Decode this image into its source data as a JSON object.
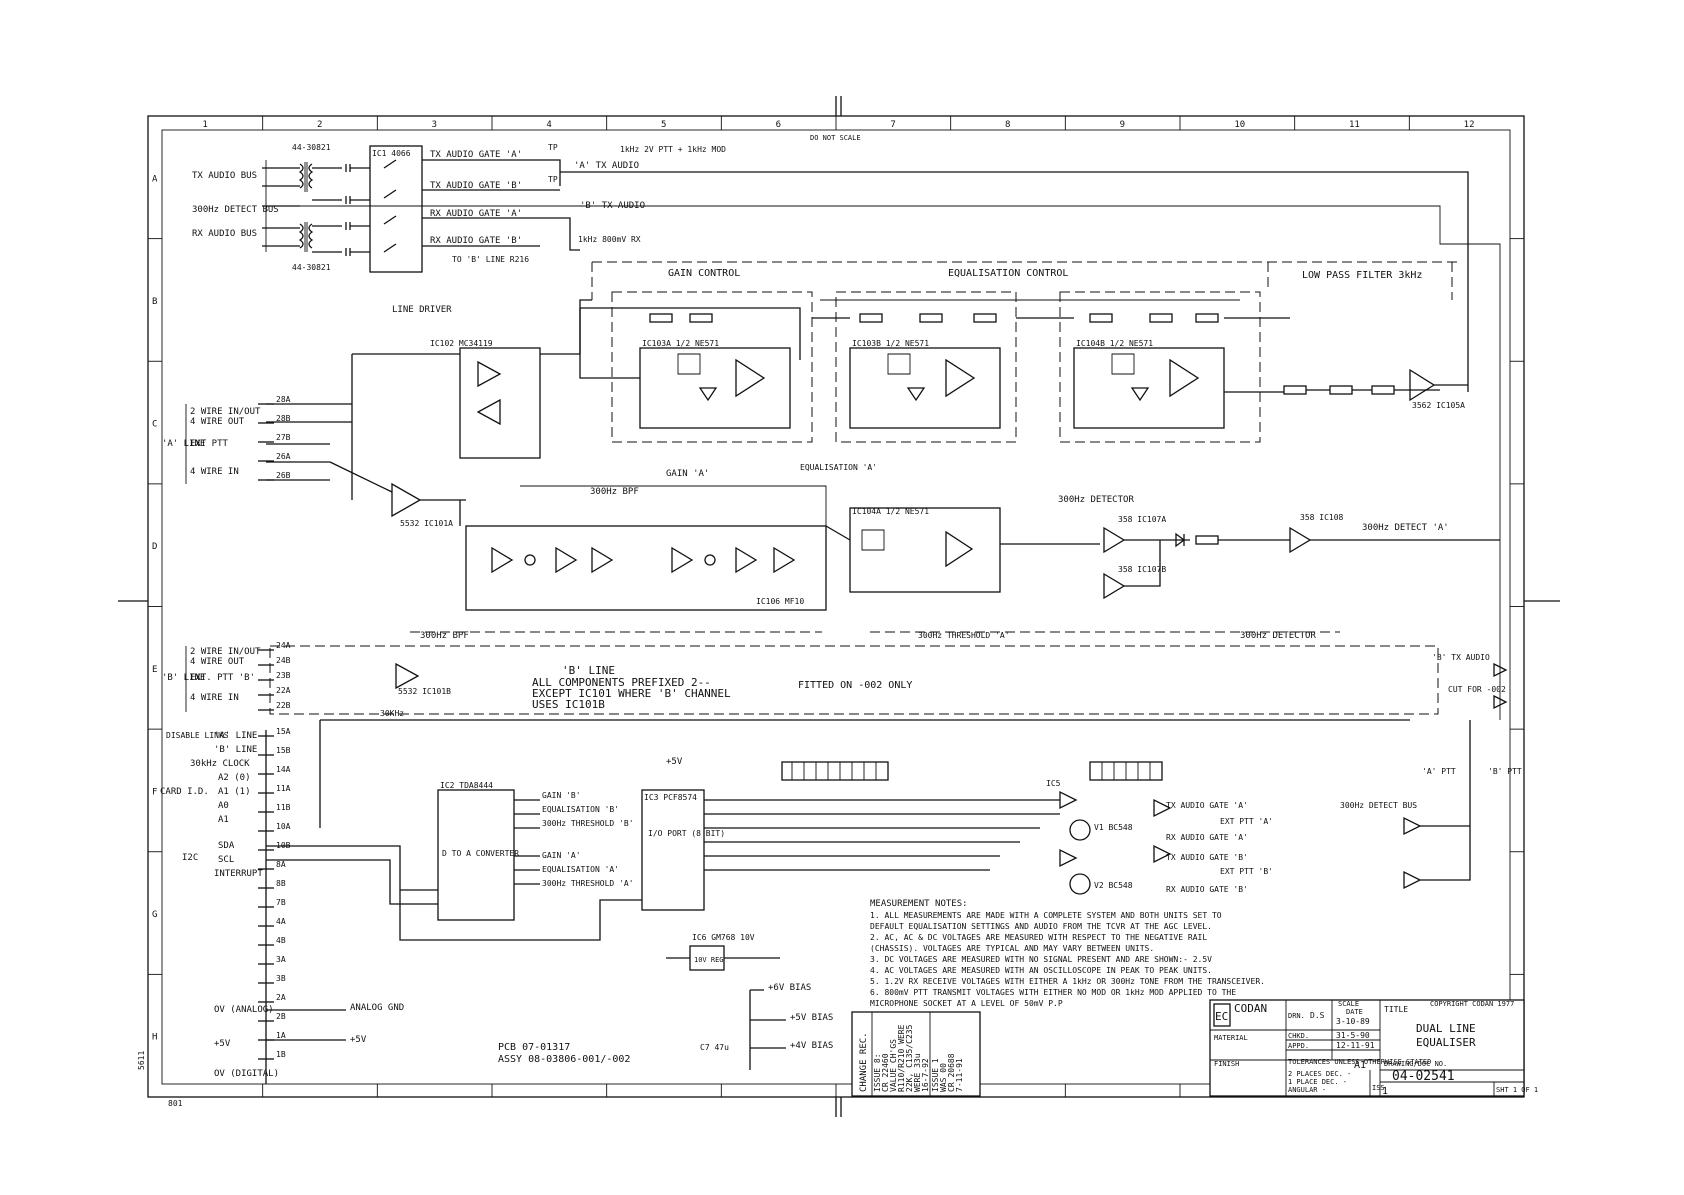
{
  "sheet": {
    "grid_columns": [
      "1",
      "2",
      "3",
      "4",
      "5",
      "6",
      "7",
      "8",
      "9",
      "10",
      "11",
      "12"
    ],
    "grid_rows": [
      "A",
      "B",
      "C",
      "D",
      "E",
      "F",
      "G",
      "H"
    ],
    "do_not_scale": "DO NOT SCALE"
  },
  "sections": {
    "gain_control": "GAIN CONTROL",
    "equalisation_control": "EQUALISATION CONTROL",
    "low_pass_filter": "LOW PASS FILTER 3kHz",
    "line_driver": "LINE DRIVER",
    "bpf_300": "300Hz BPF",
    "bpf_300_bottom": "300Hz BPF",
    "detector_300": "300Hz DETECTOR",
    "detector_300_bottom": "300Hz DETECTOR",
    "threshold_a": "300Hz THRESHOLD 'A'",
    "equalisation_a": "EQUALISATION 'A'",
    "gain_a": "GAIN 'A'"
  },
  "top_labels": {
    "tx_audio_bus": "TX AUDIO BUS",
    "hz300_detect_bus": "300Hz DETECT BUS",
    "rx_audio_bus": "RX AUDIO BUS",
    "t1_part": "44-30821",
    "t2_part": "44-30821",
    "ic1_name": "IC1 4066",
    "tx_gate_a": "TX AUDIO GATE 'A'",
    "tx_gate_b": "TX AUDIO GATE 'B'",
    "rx_gate_a": "RX AUDIO GATE 'A'",
    "rx_gate_b": "RX AUDIO GATE 'B'",
    "to_b_line": "TO 'B' LINE R216",
    "a_tx_audio": "'A' TX AUDIO",
    "b_tx_audio": "'B' TX AUDIO",
    "tp1": "TP",
    "tp2": "TP",
    "mod_note": "1kHz 2V PTT + 1kHz MOD",
    "rx_note": "1kHz 800mV RX"
  },
  "ics": {
    "ic102": "IC102 MC34119",
    "ic101a": "5532 IC101A",
    "ic103a": "IC103A 1/2 NE571",
    "ic103b": "IC103B 1/2 NE571",
    "ic104a": "IC104A 1/2 NE571",
    "ic104b": "IC104B 1/2 NE571",
    "ic105a": "3562 IC105A",
    "ic106": "IC106 MF10",
    "ic107a": "358 IC107A",
    "ic107b": "358 IC107B",
    "ic108": "358 IC108",
    "ic101b": "5532 IC101B",
    "ic2": "IC2 TDA8444",
    "ic3": "IC3 PCF8574",
    "ic5": "IC5",
    "ic6": "IC6 GM768 10V"
  },
  "line_a": {
    "title": "'A' LINE",
    "two_wire": "2 WIRE IN/OUT",
    "four_wire_out": "4 WIRE OUT",
    "ext_ptt": "EXT PTT",
    "four_wire_in": "4 WIRE IN",
    "pins": [
      "28A",
      "28B",
      "27B",
      "26A",
      "26B"
    ]
  },
  "line_b": {
    "title": "'B' LINE",
    "two_wire": "2 WIRE IN/OUT",
    "four_wire_out": "4 WIRE OUT",
    "ext_ptt": "EXT. PTT 'B'",
    "four_wire_in": "4 WIRE IN",
    "pins": [
      "24A",
      "24B",
      "23B",
      "22A",
      "22B"
    ],
    "note1": "'B' LINE",
    "note2": "ALL COMPONENTS PREFIXED 2--",
    "note3": "EXCEPT IC101 WHERE 'B' CHANNEL",
    "note4": "USES IC101B",
    "fitted": "FITTED ON -002 ONLY",
    "b_tx_audio": "'B' TX AUDIO",
    "cut_for": "CUT FOR -002"
  },
  "lower_left": {
    "disable_links": "DISABLE LINKS",
    "a_line": "'A' LINE",
    "b_line": "'B' LINE",
    "clock": "30kHz CLOCK",
    "card_id": "CARD I.D.",
    "a2": "A2 (0)",
    "a1": "A1 (1)",
    "a0": "A0",
    "a1b": "A1",
    "i2c": "I2C",
    "sda": "SDA",
    "scl": "SCL",
    "interrupt": "INTERRUPT",
    "ov_analog": "OV (ANALOG)",
    "analog_gnd": "ANALOG GND",
    "plus5": "+5V",
    "plus5b": "+5V",
    "ov_digital": "OV (DIGITAL)",
    "pins": [
      "15A",
      "15B",
      "14A",
      "11A",
      "11B",
      "10A",
      "10B",
      "8A",
      "8B",
      "7B",
      "4A",
      "4B",
      "3A",
      "3B",
      "2A",
      "2B",
      "1A",
      "1B"
    ],
    "clock_label": "30KHz"
  },
  "ic2_block": {
    "converter": "D TO A CONVERTER",
    "gain_b": "GAIN 'B'",
    "eq_b": "EQUALISATION 'B'",
    "thr_b": "300Hz THRESHOLD 'B'",
    "gain_a": "GAIN 'A'",
    "eq_a": "EQUALISATION 'A'",
    "thr_a": "300Hz THRESHOLD 'A'"
  },
  "ic3_block": {
    "io_port": "I/O PORT (8 BIT)",
    "plus5": "+5V"
  },
  "gates": {
    "tx_a": "TX AUDIO GATE 'A'",
    "rx_a": "RX AUDIO GATE 'A'",
    "tx_b": "TX AUDIO GATE 'B'",
    "rx_b": "RX AUDIO GATE 'B'",
    "ext_ptt_a": "EXT PTT 'A'",
    "ext_ptt_b": "EXT PTT 'B'",
    "v1": "V1 BC548",
    "v2": "V2 BC548",
    "a_ptt": "'A' PTT",
    "b_ptt": "'B' PTT",
    "det_bus": "300Hz DETECT BUS"
  },
  "power": {
    "plus6v_bias": "+6V BIAS",
    "plus5v_bias": "+5V BIAS",
    "plus4v_bias": "+4V BIAS",
    "c7": "C7 47u",
    "reg": "10V REG"
  },
  "detect_a": "300Hz DETECT 'A'",
  "notes": {
    "heading": "MEASUREMENT NOTES:",
    "lines": [
      "1. ALL MEASUREMENTS ARE MADE WITH A COMPLETE SYSTEM AND BOTH UNITS SET TO",
      "   DEFAULT EQUALISATION SETTINGS AND AUDIO FROM THE TCVR AT THE AGC LEVEL.",
      "2. AC, AC & DC VOLTAGES ARE MEASURED WITH RESPECT TO THE NEGATIVE RAIL",
      "   (CHASSIS). VOLTAGES ARE TYPICAL AND MAY VARY BETWEEN UNITS.",
      "3. DC VOLTAGES ARE MEASURED WITH NO SIGNAL PRESENT AND ARE SHOWN:- 2.5V",
      "4. AC VOLTAGES ARE MEASURED WITH AN OSCILLOSCOPE IN PEAK TO PEAK UNITS.",
      "5. 1.2V RX  RECEIVE VOLTAGES WITH EITHER A 1kHz OR 300Hz TONE FROM THE TRANSCEIVER.",
      "6. 800mV PTT TRANSMIT VOLTAGES WITH EITHER NO MOD OR 1kHz MOD APPLIED TO THE",
      "   MICROPHONE SOCKET AT A LEVEL OF 50mV P.P"
    ]
  },
  "pcb": {
    "line1": "PCB 07-01317",
    "line2": "ASSY 08-03806-001/-002"
  },
  "change_record": {
    "title": "CHANGE REC.",
    "col1": [
      "ISSUE 8:",
      "CR 22460",
      "VALUE CH'GS",
      "R110/R210 WERE",
      "22K, C135/C235",
      "WERE 33u",
      "16-7-92"
    ],
    "col2": [
      "ISSUE 1",
      "WAS 00",
      "CR 20688",
      "7-11-91"
    ]
  },
  "title_block": {
    "logo": "EC",
    "company": "CODAN",
    "scale_label": "SCALE",
    "title_label": "TITLE",
    "title_line1": "DUAL LINE",
    "title_line2": "EQUALISER",
    "drn": "DRN.",
    "drn_val": "D.S",
    "date_label": "DATE",
    "date_val": "3-10-89",
    "chkd": "CHKD.",
    "chkd_date": "31-5-90",
    "appd": "APPD.",
    "appd_date": "12-11-91",
    "material": "MATERIAL",
    "finish": "FINISH",
    "tolerances": "TOLERANCES UNLESS OTHERWISE STATED",
    "places2": "2 PLACES DEC. -",
    "places1": "1 PLACE DEC. -",
    "angular": "ANGULAR -",
    "size": "A1",
    "drawing_no_label": "DRAWING/DOC NO.",
    "drawing_no": "04-02541",
    "iss_label": "ISS",
    "iss": "1",
    "sht": "SHT 1 OF 1",
    "copyright": "COPYRIGHT  CODAN 1977"
  },
  "margin_left": "5611",
  "margin_bottom": "801"
}
